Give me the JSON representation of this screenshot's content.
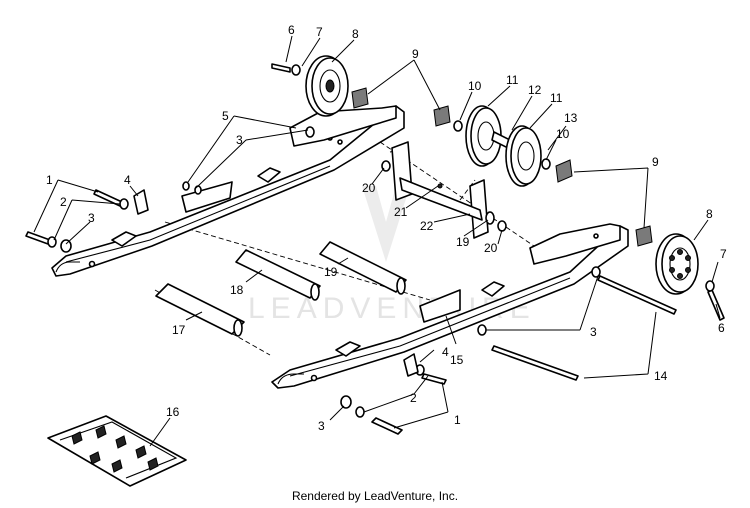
{
  "callouts": {
    "c1": "1",
    "c2": "2",
    "c3": "3",
    "c4": "4",
    "c5": "5",
    "c6": "6",
    "c7": "7",
    "c8": "8",
    "c9": "9",
    "c10": "10",
    "c11": "11",
    "c12": "12",
    "c13": "13",
    "c14": "14",
    "c15": "15",
    "c16": "16",
    "c17": "17",
    "c18": "18",
    "c19": "19",
    "c20": "20",
    "c21": "21",
    "c22": "22"
  },
  "watermark": "LEADVENTURE",
  "footer": "Rendered by LeadVenture, Inc."
}
